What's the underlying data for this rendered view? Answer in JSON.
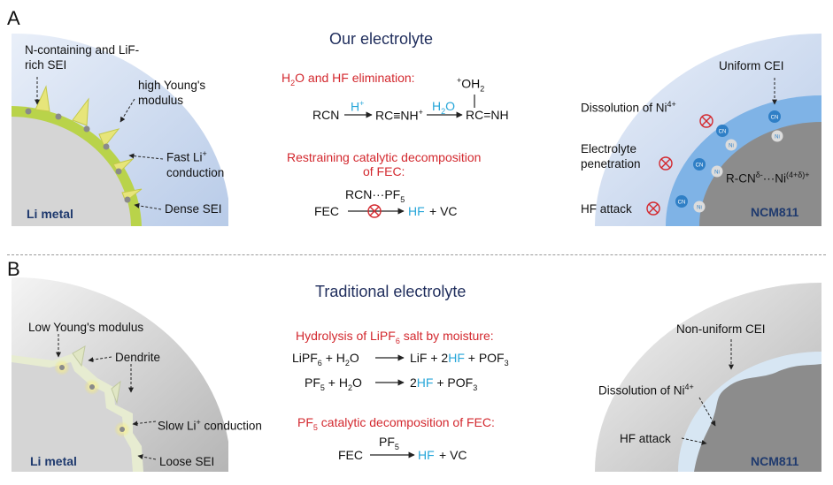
{
  "panel_a": {
    "label": "A",
    "title": "Our electrolyte",
    "left": {
      "sei_label": "N-containing and LiF-rich SEI",
      "modulus": "high Young's modulus",
      "fast_li": "Fast Li",
      "fast_li_sup": "+",
      "fast_li_2": "conduction",
      "dense_sei": "Dense SEI",
      "metal": "Li metal"
    },
    "middle": {
      "title_1": "H",
      "title_sub": "2",
      "title_2": "O and HF elimination:",
      "eq1": {
        "rcn": "RCN",
        "h_plus": "H",
        "h_plus_sup": "+",
        "nitrilium": "RC≡NH",
        "nitrilium_sup": "+",
        "h2o_1": "H",
        "h2o_sub": "2",
        "h2o_2": "O",
        "oh2_sup": "+",
        "oh2": "OH",
        "oh2_sub": "2",
        "product": "RC=NH"
      },
      "subtitle_1": "Restraining catalytic decomposition",
      "subtitle_2": "of FEC:",
      "eq2": {
        "catalyst_1": "RCN···PF",
        "catalyst_sub": "5",
        "reactant": "FEC",
        "hf": "HF",
        "rest": "+ VC"
      }
    },
    "right": {
      "cei": "Uniform CEI",
      "dissolution": "Dissolution of Ni",
      "dissolution_sup": "4+",
      "penetration_1": "Electrolyte",
      "penetration_2": "penetration",
      "hf_attack": "HF attack",
      "coord_1": "R-CN",
      "coord_sup1": "δ-",
      "coord_2": "···Ni",
      "coord_sup2": "(4+δ)+",
      "cathode": "NCM811",
      "cn": "CN",
      "ni": "Ni"
    }
  },
  "panel_b": {
    "label": "B",
    "title": "Traditional electrolyte",
    "left": {
      "modulus": "Low Young's modulus",
      "dendrite": "Dendrite",
      "slow_li_1": "Slow Li",
      "slow_li_sup": "+",
      "slow_li_2": " conduction",
      "loose_sei": "Loose SEI",
      "metal": "Li metal"
    },
    "middle": {
      "title_1": "Hydrolysis of LiPF",
      "title_sub": "6",
      "title_2": " salt by moisture:",
      "eq1": {
        "left_1": "LiPF",
        "left_sub1": "6",
        "left_2": " + H",
        "left_sub2": "2",
        "left_3": "O",
        "right_1": "LiF + 2",
        "hf": "HF",
        "right_2": " + POF",
        "right_sub": "3"
      },
      "eq2": {
        "left_1": "PF",
        "left_sub1": "5",
        "left_2": " + H",
        "left_sub2": "2",
        "left_3": "O",
        "right_1": "2",
        "hf": "HF",
        "right_2": " + POF",
        "right_sub": "3"
      },
      "subtitle_1": "PF",
      "subtitle_sub": "5",
      "subtitle_2": " catalytic decomposition of FEC:",
      "eq3": {
        "catalyst_1": "PF",
        "catalyst_sub": "5",
        "reactant": "FEC",
        "hf": "HF",
        "rest": "+ VC"
      }
    },
    "right": {
      "cei": "Non-uniform CEI",
      "dissolution": "Dissolution of Ni",
      "dissolution_sup": "4+",
      "hf_attack": "HF attack",
      "cathode": "NCM811"
    }
  },
  "colors": {
    "title_navy": "#1f2d5c",
    "red_text": "#d3282e",
    "hf_blue": "#26a6d9",
    "electrolyte_blue": "#c8d9f0",
    "metal_gray": "#bdbdbd",
    "sei_green": "#b9d34a"
  }
}
